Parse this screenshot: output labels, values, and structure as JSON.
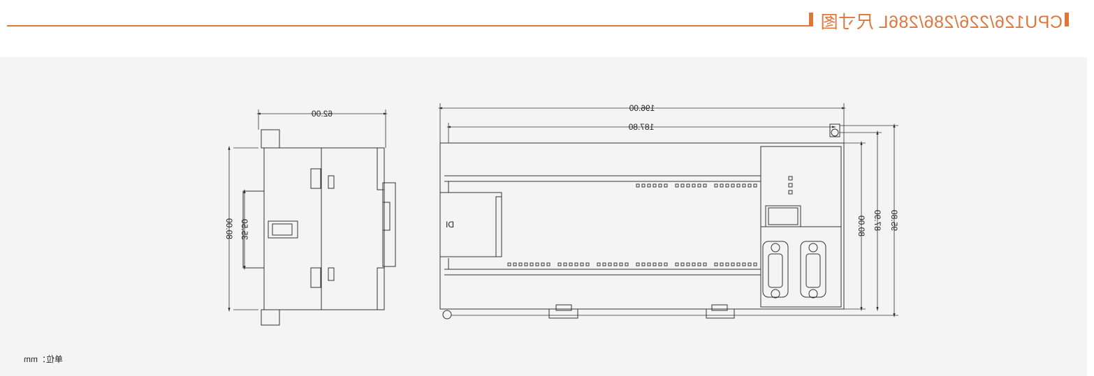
{
  "header": {
    "title": "CPU126/226/286/286L 尺寸图",
    "accent_color": "#e0773a"
  },
  "unit_note": "单位：mm",
  "side_view": {
    "dims": {
      "width": "62.00",
      "height": "80.00",
      "inner_height": "35.50"
    }
  },
  "front_view": {
    "dims": {
      "total_width": "196.00",
      "hole_spacing": "187.80",
      "height_1": "80.00",
      "height_2": "87.90",
      "height_3": "95.80"
    },
    "port_label": "DI"
  }
}
